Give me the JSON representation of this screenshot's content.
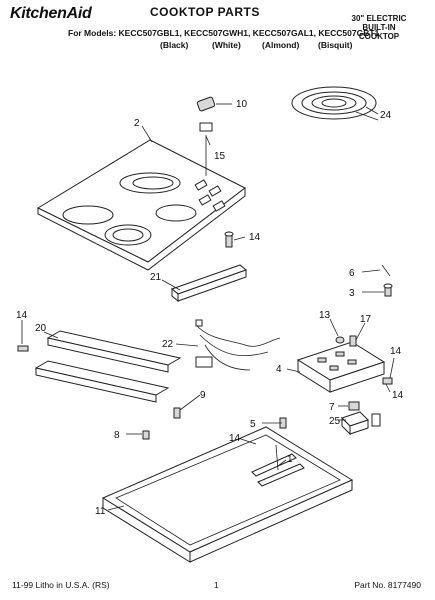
{
  "header": {
    "brand": "KitchenAid",
    "title": "COOKTOP PARTS",
    "models_line": "For Models: KECC507GBL1, KECC507GWH1, KECC507GAL1, KECC507GBT1",
    "colors": [
      "(Black)",
      "(White)",
      "(Almond)",
      "(Bisquit)"
    ],
    "product_type": [
      "30\" ELECTRIC",
      "BUILT-IN",
      "COOKTOP"
    ]
  },
  "callouts": [
    "10",
    "15",
    "2",
    "24",
    "14",
    "6",
    "3",
    "21",
    "13",
    "17",
    "14",
    "20",
    "22",
    "4",
    "14",
    "9",
    "14",
    "8",
    "7",
    "25",
    "5",
    "14",
    "1",
    "11"
  ],
  "footer": {
    "left": "11-99 Litho in U.S.A. (RS)",
    "page": "1",
    "part_no": "Part No. 8177490"
  }
}
